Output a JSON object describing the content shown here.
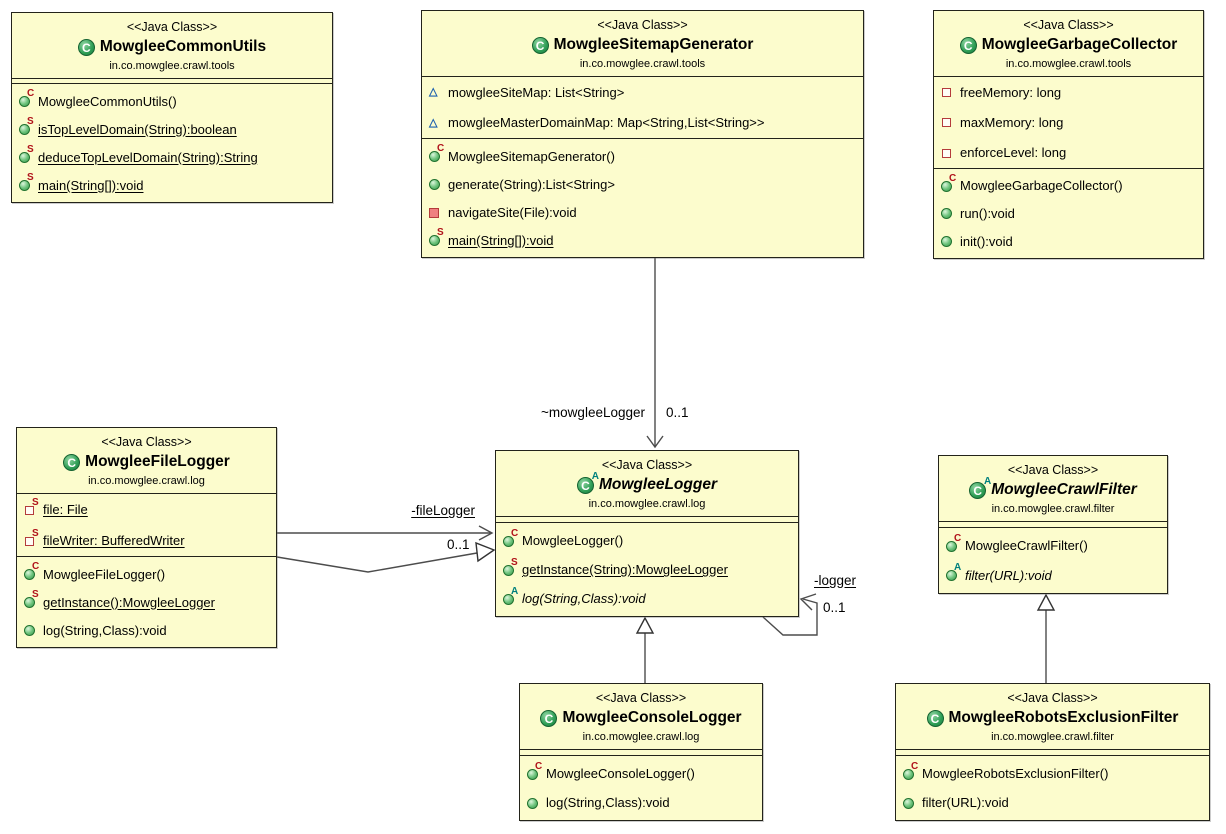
{
  "diagram": {
    "colors": {
      "class_fill": "#fcfccd",
      "class_border": "#23231a",
      "connector_line": "#4c4c4c",
      "constructor_marker": "#b0121a",
      "static_marker": "#b0121a",
      "abstract_marker": "#00807d",
      "class_icon_green": "#2e9e55",
      "private_red": "#b43b3b",
      "package_blue": "#1b5fae"
    },
    "classes": [
      {
        "stereotype": "<<Java Class>>",
        "icon_letter": "C",
        "name": "MowgleeCommonUtils",
        "package": "in.co.mowglee.crawl.tools",
        "fields": [],
        "methods": [
          {
            "label": "MowgleeCommonUtils()",
            "icon": "public-method",
            "sup": "C"
          },
          {
            "label": "isTopLevelDomain(String):boolean",
            "icon": "public-method",
            "sup": "S",
            "static": true
          },
          {
            "label": "deduceTopLevelDomain(String):String",
            "icon": "public-method",
            "sup": "S",
            "static": true
          },
          {
            "label": "main(String[]):void",
            "icon": "public-method",
            "sup": "S",
            "static": true
          }
        ]
      },
      {
        "stereotype": "<<Java Class>>",
        "icon_letter": "C",
        "name": "MowgleeSitemapGenerator",
        "package": "in.co.mowglee.crawl.tools",
        "fields": [
          {
            "label": "mowgleeSiteMap: List<String>",
            "icon": "package-field"
          },
          {
            "label": "mowgleeMasterDomainMap: Map<String,List<String>>",
            "icon": "package-field"
          }
        ],
        "methods": [
          {
            "label": "MowgleeSitemapGenerator()",
            "icon": "public-method",
            "sup": "C"
          },
          {
            "label": "generate(String):List<String>",
            "icon": "public-method"
          },
          {
            "label": "navigateSite(File):void",
            "icon": "private-method"
          },
          {
            "label": "main(String[]):void",
            "icon": "public-method",
            "sup": "S",
            "static": true
          }
        ]
      },
      {
        "stereotype": "<<Java Class>>",
        "icon_letter": "C",
        "name": "MowgleeGarbageCollector",
        "package": "in.co.mowglee.crawl.tools",
        "fields": [
          {
            "label": "freeMemory: long",
            "icon": "private-field"
          },
          {
            "label": "maxMemory: long",
            "icon": "private-field"
          },
          {
            "label": "enforceLevel: long",
            "icon": "private-field"
          }
        ],
        "methods": [
          {
            "label": "MowgleeGarbageCollector()",
            "icon": "public-method",
            "sup": "C"
          },
          {
            "label": "run():void",
            "icon": "public-method"
          },
          {
            "label": "init():void",
            "icon": "public-method"
          }
        ]
      },
      {
        "stereotype": "<<Java Class>>",
        "icon_letter": "C",
        "name": "MowgleeFileLogger",
        "package": "in.co.mowglee.crawl.log",
        "fields": [
          {
            "label": "file: File",
            "icon": "private-field",
            "sup": "S",
            "static": true
          },
          {
            "label": "fileWriter: BufferedWriter",
            "icon": "private-field",
            "sup": "S",
            "static": true
          }
        ],
        "methods": [
          {
            "label": "MowgleeFileLogger()",
            "icon": "public-method",
            "sup": "C"
          },
          {
            "label": "getInstance():MowgleeLogger",
            "icon": "public-method",
            "sup": "S",
            "static": true
          },
          {
            "label": "log(String,Class):void",
            "icon": "public-method"
          }
        ]
      },
      {
        "stereotype": "<<Java Class>>",
        "icon_letter": "C",
        "icon_sup": "A",
        "name": "MowgleeLogger",
        "package": "in.co.mowglee.crawl.log",
        "abstract": true,
        "fields": [],
        "methods": [
          {
            "label": "MowgleeLogger()",
            "icon": "public-method",
            "sup": "C"
          },
          {
            "label": "getInstance(String):MowgleeLogger",
            "icon": "public-method",
            "sup": "S",
            "static": true
          },
          {
            "label": "log(String,Class):void",
            "icon": "public-method",
            "sup": "A",
            "abstract": true
          }
        ]
      },
      {
        "stereotype": "<<Java Class>>",
        "icon_letter": "C",
        "icon_sup": "A",
        "name": "MowgleeCrawlFilter",
        "package": "in.co.mowglee.crawl.filter",
        "abstract": true,
        "fields": [],
        "methods": [
          {
            "label": "MowgleeCrawlFilter()",
            "icon": "public-method",
            "sup": "C"
          },
          {
            "label": "filter(URL):void",
            "icon": "public-method",
            "sup": "A",
            "abstract": true
          }
        ]
      },
      {
        "stereotype": "<<Java Class>>",
        "icon_letter": "C",
        "name": "MowgleeConsoleLogger",
        "package": "in.co.mowglee.crawl.log",
        "fields": [],
        "methods": [
          {
            "label": "MowgleeConsoleLogger()",
            "icon": "public-method",
            "sup": "C"
          },
          {
            "label": "log(String,Class):void",
            "icon": "public-method"
          }
        ]
      },
      {
        "stereotype": "<<Java Class>>",
        "icon_letter": "C",
        "name": "MowgleeRobotsExclusionFilter",
        "package": "in.co.mowglee.crawl.filter",
        "fields": [],
        "methods": [
          {
            "label": "MowgleeRobotsExclusionFilter()",
            "icon": "public-method",
            "sup": "C"
          },
          {
            "label": "filter(URL):void",
            "icon": "public-method"
          }
        ]
      }
    ],
    "connections": [
      {
        "type": "association",
        "from": "MowgleeSitemapGenerator",
        "to": "MowgleeLogger",
        "role": "~mowgleeLogger",
        "multiplicity": "0..1"
      },
      {
        "type": "association",
        "from": "MowgleeFileLogger",
        "to": "MowgleeLogger",
        "role": "-fileLogger",
        "multiplicity": "0..1",
        "static": true
      },
      {
        "type": "generalization",
        "from": "MowgleeFileLogger",
        "to": "MowgleeLogger"
      },
      {
        "type": "association",
        "from": "MowgleeLogger",
        "to": "MowgleeLogger",
        "role": "-logger",
        "multiplicity": "0..1",
        "static": true
      },
      {
        "type": "generalization",
        "from": "MowgleeConsoleLogger",
        "to": "MowgleeLogger"
      },
      {
        "type": "generalization",
        "from": "MowgleeRobotsExclusionFilter",
        "to": "MowgleeCrawlFilter"
      }
    ]
  }
}
